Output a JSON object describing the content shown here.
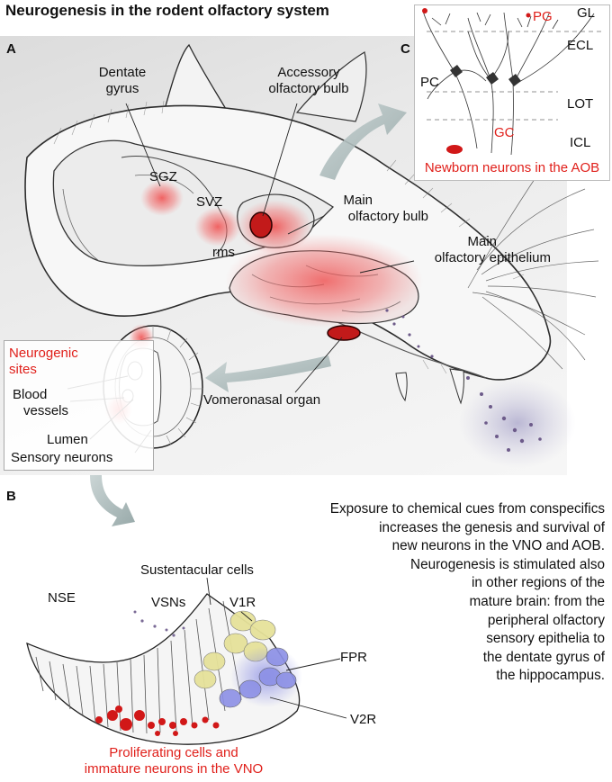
{
  "title": "Neurogenesis in the rodent olfactory system",
  "panels": {
    "a": "A",
    "b": "B",
    "c": "C"
  },
  "labels_a": {
    "dentate_gyrus": [
      "Dentate",
      "gyrus"
    ],
    "accessory_bulb": [
      "Accessory",
      "olfactory bulb"
    ],
    "sgz": "SGZ",
    "svz": "SVZ",
    "main_bulb": [
      "Main",
      "olfactory bulb"
    ],
    "rms": "rms",
    "main_epithelium": [
      "Main",
      "olfactory epithelium"
    ],
    "neurogenic_sites": [
      "Neurogenic",
      "sites"
    ],
    "blood_vessels": [
      "Blood",
      "vessels"
    ],
    "lumen": "Lumen",
    "sensory_neurons": "Sensory neurons",
    "vno": "Vomeronasal organ"
  },
  "labels_c": {
    "gl": "GL",
    "pg": "PG",
    "ecl": "ECL",
    "pc": "PC",
    "lot": "LOT",
    "gc": "GC",
    "icl": "ICL",
    "caption": "Newborn neurons in the AOB"
  },
  "labels_b": {
    "sustentacular": "Sustentacular cells",
    "nse": "NSE",
    "vsns": "VSNs",
    "v1r": "V1R",
    "fpr": "FPR",
    "v2r": "V2R",
    "caption": [
      "Proliferating cells and",
      "immature neurons in the VNO"
    ]
  },
  "paragraph": [
    "Exposure to chemical cues from conspecifics",
    "increases the genesis and survival of",
    "new neurons in the VNO and AOB.",
    "Neurogenesis is stimulated also",
    "in other regions of the",
    "mature brain: from the",
    "peripheral olfactory",
    "sensory epithelia to",
    "the dentate gyrus of",
    "the hippocampus."
  ],
  "colors": {
    "highlight_red": "#e0201b",
    "glow_red": "#f05050",
    "v1r_yellow": "#e6e29a",
    "v2r_blue": "#8c90e6",
    "arrow_gray": "#a9b8b8",
    "odor_purple": "#7a6a96"
  }
}
